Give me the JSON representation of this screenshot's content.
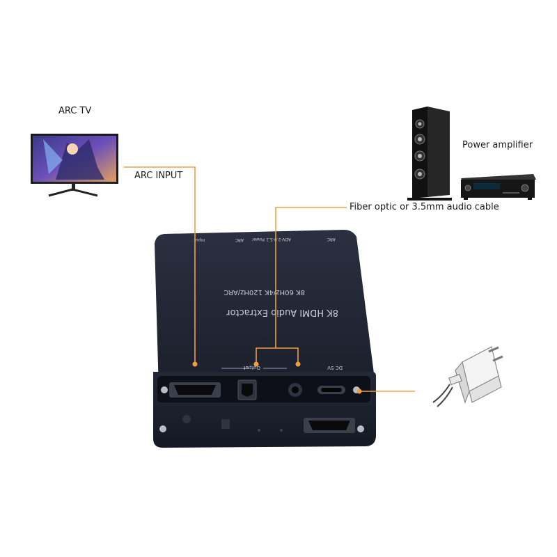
{
  "labels": {
    "arc_tv": "ARC TV",
    "arc_input": "ARC INPUT",
    "power_amplifier": "Power amplifier",
    "audio_cable": "Fiber optic or 3.5mm audio cable"
  },
  "device": {
    "title": "8K HDMI Audio Extractor",
    "subtitle": "8K 60Hz/4K 120Hz/ARC",
    "top_input": "Input",
    "top_arc": "ARC",
    "top_adv": "ADV-2.0-5.1",
    "top_power": "Power",
    "top_arc2": "ARC",
    "front_output": "Output",
    "front_dc": "DC 5V"
  },
  "colors": {
    "connector_line": "#f0a040",
    "device_body": "#1d2230",
    "background": "#ffffff"
  }
}
